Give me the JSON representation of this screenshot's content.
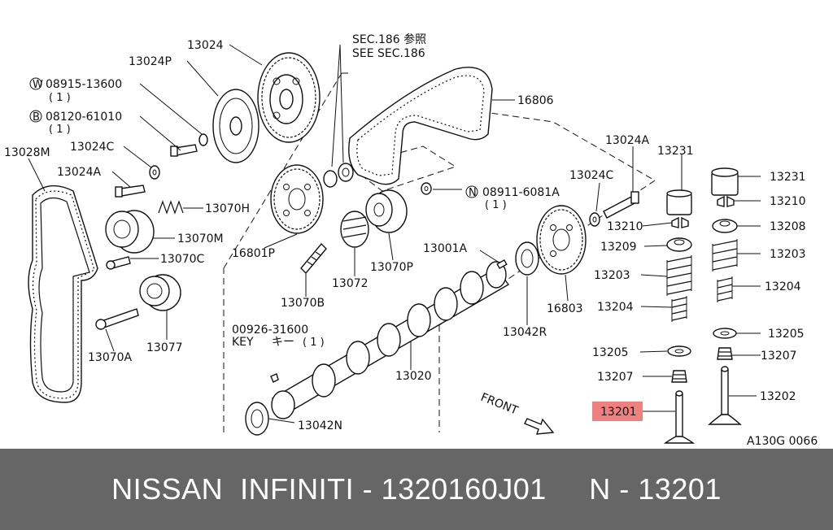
{
  "diagram": {
    "labels": {
      "p13024": "13024",
      "p13024P": "13024P",
      "sec_ref_jp": "SEC.186 参照",
      "sec_ref_en": "SEE SEC.186",
      "w_code": "W",
      "w_part": "08915-13600",
      "w_qty": "( 1 )",
      "b_code": "B",
      "b_part": "08120-61010",
      "b_qty": "( 1 )",
      "p13028M": "13028M",
      "p13024C_top": "13024C",
      "p13024A_left": "13024A",
      "p13070H": "13070H",
      "p13070M": "13070M",
      "p13070C": "13070C",
      "p13077": "13077",
      "p13070A": "13070A",
      "p16806": "16806",
      "p16801P": "16801P",
      "p13072": "13072",
      "p13070P": "13070P",
      "p13070B": "13070B",
      "n_code": "N",
      "n_part": "08911-6081A",
      "n_qty": "( 1 )",
      "p13024C_mid": "13024C",
      "p13024A_right": "13024A",
      "p13001A": "13001A",
      "p16803": "16803",
      "p13042R": "13042R",
      "key_part": "00926-31600",
      "key_label": "KEY",
      "key_jp": "キー",
      "key_qty": "( 1 )",
      "p13020": "13020",
      "p13042N": "13042N",
      "front": "FRONT",
      "r13231": "13231",
      "r13210": "13210",
      "r13209": "13209",
      "r13203": "13203",
      "r13204": "13204",
      "r13205": "13205",
      "r13207": "13207",
      "r13201": "13201",
      "rr13231": "13231",
      "rr13210": "13210",
      "rr13208": "13208",
      "rr13203": "13203",
      "rr13204": "13204",
      "rr13205": "13205",
      "rr13207": "13207",
      "rr13202": "13202",
      "fig_code": "A130G 0066"
    },
    "highlight_color": "#f08080"
  },
  "footer": {
    "text": "NISSAN  INFINITI - 1320160J01     N - 13201"
  }
}
